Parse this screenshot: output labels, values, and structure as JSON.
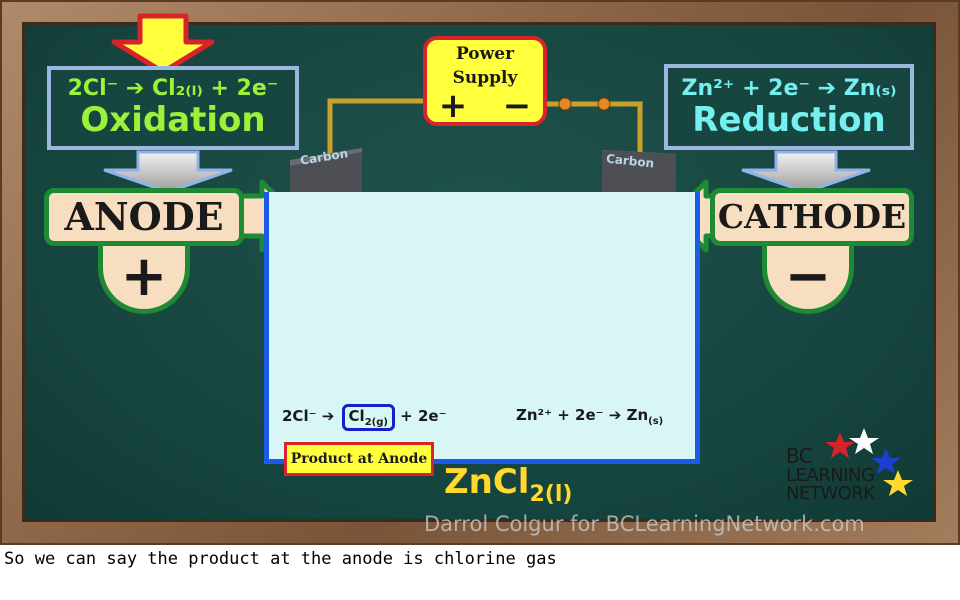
{
  "left_equation": {
    "line_1": "2Cl⁻ ➔ Cl₂₍ₗ₎ + 2e⁻",
    "label": "Oxidation"
  },
  "right_equation": {
    "line_1": "Zn²⁺ + 2e⁻ ➔ Zn₍ₛ₎",
    "label": "Reduction"
  },
  "power_supply": {
    "label_1": "Power",
    "label_2": "Supply",
    "plus": "+",
    "minus": "−"
  },
  "anode": {
    "label": "ANODE",
    "sign": "+",
    "electrode_label": "Carbon"
  },
  "cathode": {
    "label": "CATHODE",
    "sign": "−",
    "electrode_label": "Carbon",
    "metal": "Zn"
  },
  "bath": {
    "anode_eq": {
      "lead": "2Cl⁻ ➔ ",
      "boxed": "Cl",
      "boxed_sub": "2(g)",
      "tail": " + 2e⁻"
    },
    "cathode_eq": {
      "lead": "Zn²⁺ + 2e⁻ ➔ Zn",
      "sub": "(s)"
    },
    "product_label": "Product at Anode",
    "electrolyte": {
      "base": "ZnCl",
      "sub": "2(l)"
    }
  },
  "watermark": "Darrol Colgur for BCLearningNetwork.com",
  "logo": {
    "line_1": "BC",
    "line_2": "LEARNING",
    "line_3": "NETWORK"
  },
  "caption": "So we can say the product at the anode is chlorine gas",
  "colors": {
    "board": "#174640",
    "frame": "#8b6446",
    "equation_green": "#9bf238",
    "equation_cyan": "#74f0f0",
    "label_bg": "#f7dec0",
    "label_border": "#1f8a34",
    "bath": "#d9f6f6",
    "bath_border": "#1c5be8",
    "wire": "#c8a02a",
    "highlight_yellow": "#ffff3c",
    "highlight_red": "#d9232a",
    "bubble": "#7fe83a",
    "electrolyte_text": "#ffd92e"
  }
}
